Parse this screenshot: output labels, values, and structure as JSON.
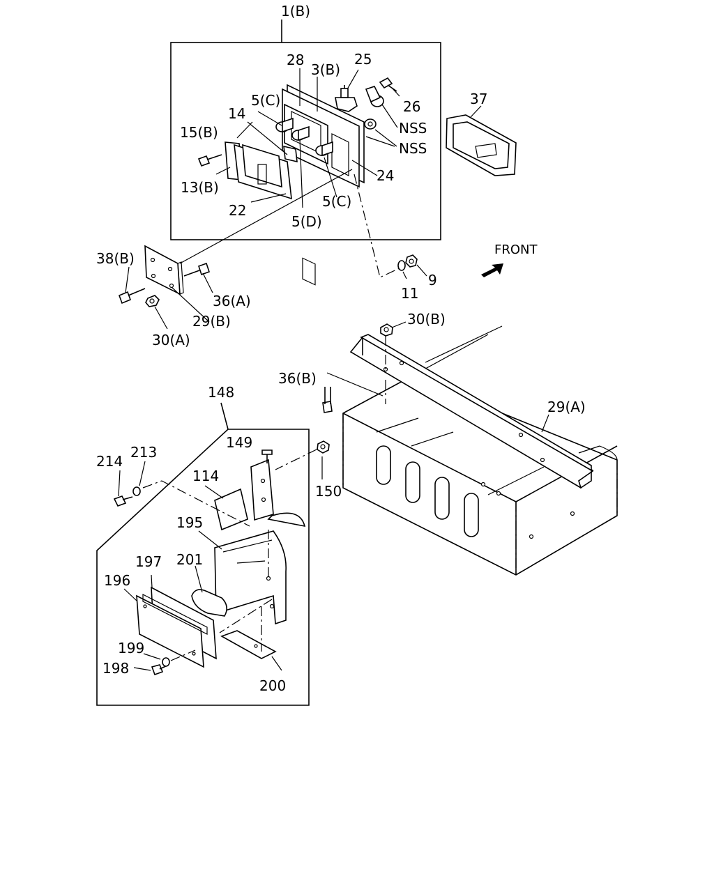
{
  "labels": {
    "l_1b": "1(B)",
    "l_28": "28",
    "l_3b": "3(B)",
    "l_25": "25",
    "l_26": "26",
    "l_nss1": "NSS",
    "l_nss2": "NSS",
    "l_37": "37",
    "l_5c_top": "5(C)",
    "l_14": "14",
    "l_15b": "15(B)",
    "l_13b": "13(B)",
    "l_22": "22",
    "l_5d": "5(D)",
    "l_5c_bot": "5(C)",
    "l_24": "24",
    "l_front": "FRONT",
    "l_38b": "38(B)",
    "l_36a": "36(A)",
    "l_29b": "29(B)",
    "l_30a": "30(A)",
    "l_11": "11",
    "l_9": "9",
    "l_30b": "30(B)",
    "l_36b": "36(B)",
    "l_29a": "29(A)",
    "l_148": "148",
    "l_149": "149",
    "l_214": "214",
    "l_213": "213",
    "l_114": "114",
    "l_150": "150",
    "l_195": "195",
    "l_197": "197",
    "l_201": "201",
    "l_196": "196",
    "l_199": "199",
    "l_198": "198",
    "l_200": "200"
  }
}
